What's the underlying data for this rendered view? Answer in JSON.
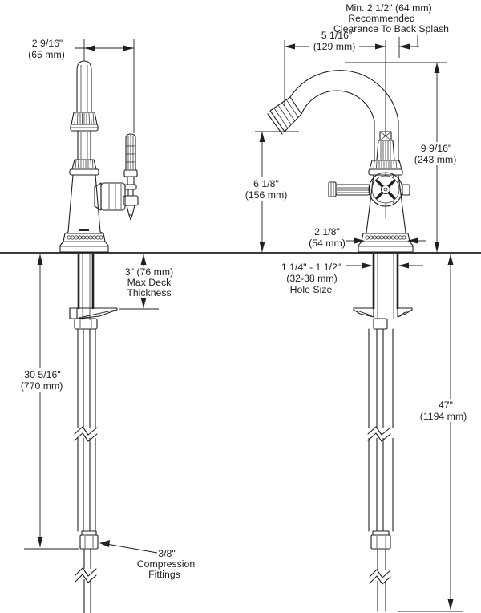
{
  "drawing": {
    "title": "Single-handle gooseneck faucet installation dimensions, side and front views",
    "colors": {
      "line": "#231f20",
      "background": "#ffffff"
    },
    "dimensions": {
      "handle_offset": {
        "line1": "2 9/16\"",
        "line2": "(65 mm)"
      },
      "spout_reach": {
        "line1": "5 1/16\"",
        "line2": "(129 mm)"
      },
      "backsplash_clearance": {
        "line1": "Min. 2 1/2\" (64 mm)",
        "line2": "Recommended",
        "line3": "Clearance To Back Splash"
      },
      "overall_height": {
        "line1": "9 9/16\"",
        "line2": "(243 mm)"
      },
      "spout_outlet_height": {
        "line1": "6 1/8\"",
        "line2": "(156 mm)"
      },
      "base_width": {
        "line1": "2 1/8\"",
        "line2": "(54 mm)"
      },
      "hole_size": {
        "line1": "1 1/4\" - 1 1/2\"",
        "line2": "(32-38 mm)",
        "line3": "Hole Size"
      },
      "deck_thickness": {
        "line1": "3\" (76 mm)",
        "line2": "Max Deck",
        "line3": "Thickness"
      },
      "supply_length_side": {
        "line1": "30 5/16\"",
        "line2": "(770 mm)"
      },
      "supply_length_front": {
        "line1": "47\"",
        "line2": "(1194 mm)"
      },
      "compression_fittings": {
        "line1": "3/8\"",
        "line2": "Compression",
        "line3": "Fittings"
      }
    }
  }
}
